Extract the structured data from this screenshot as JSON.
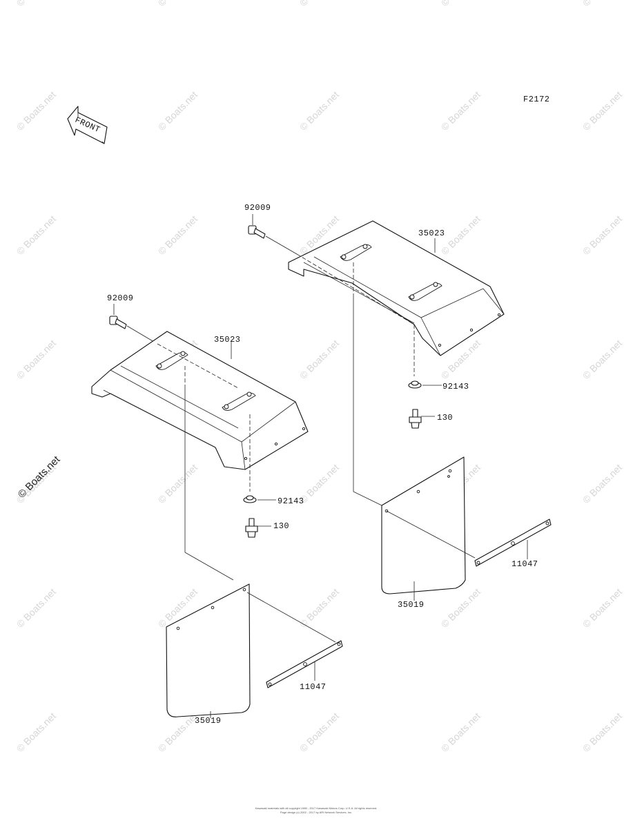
{
  "diagram": {
    "figure_code": "F2172",
    "front_label": "FRONT",
    "watermark": "© Boats.net",
    "side_watermark": "© Boats.net",
    "footer_lines": [
      "Kawasaki materials with all copyright 1985 - 2017 Kawasaki Motors Corp. U.S.A. All rights reserved.",
      "Page design (c) 2002 - 2017 by ARI Network Services, Inc."
    ],
    "callouts": [
      {
        "id": "bolt-upper",
        "part": "92009"
      },
      {
        "id": "fender-upper",
        "part": "35023"
      },
      {
        "id": "washer-upper",
        "part": "92143"
      },
      {
        "id": "screw-upper",
        "part": "130"
      },
      {
        "id": "flap-upper",
        "part": "35019"
      },
      {
        "id": "bracket-upper",
        "part": "11047"
      },
      {
        "id": "bolt-lower",
        "part": "92009"
      },
      {
        "id": "fender-lower",
        "part": "35023"
      },
      {
        "id": "washer-lower",
        "part": "92143"
      },
      {
        "id": "screw-lower",
        "part": "130"
      },
      {
        "id": "flap-lower",
        "part": "35019"
      },
      {
        "id": "bracket-lower",
        "part": "11047"
      }
    ]
  }
}
